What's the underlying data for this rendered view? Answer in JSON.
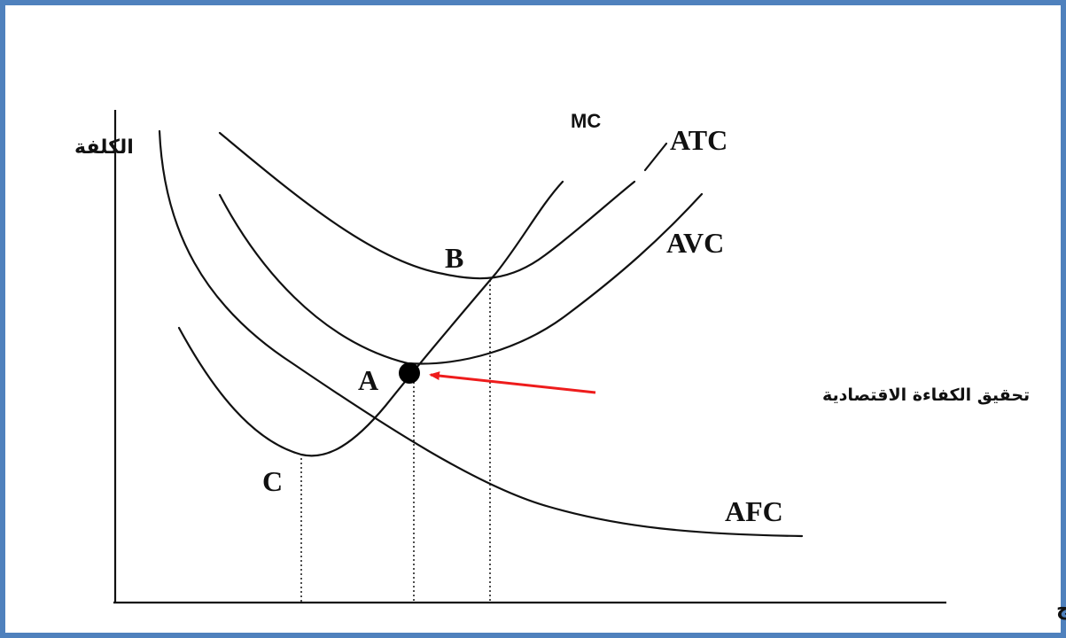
{
  "axes": {
    "y_label": "الكلفة",
    "x_label": "الإنتاج"
  },
  "curves": {
    "mc": "MC",
    "atc": "ATC",
    "avc": "AVC",
    "afc": "AFC"
  },
  "points": {
    "a": "A",
    "b": "B",
    "c": "C"
  },
  "annotation": {
    "text": "تحقيق الكفاءة الاقتصادية",
    "arrow_color": "#ee1c1c"
  },
  "colors": {
    "frame": "#4f81bd",
    "ink": "#111111"
  }
}
